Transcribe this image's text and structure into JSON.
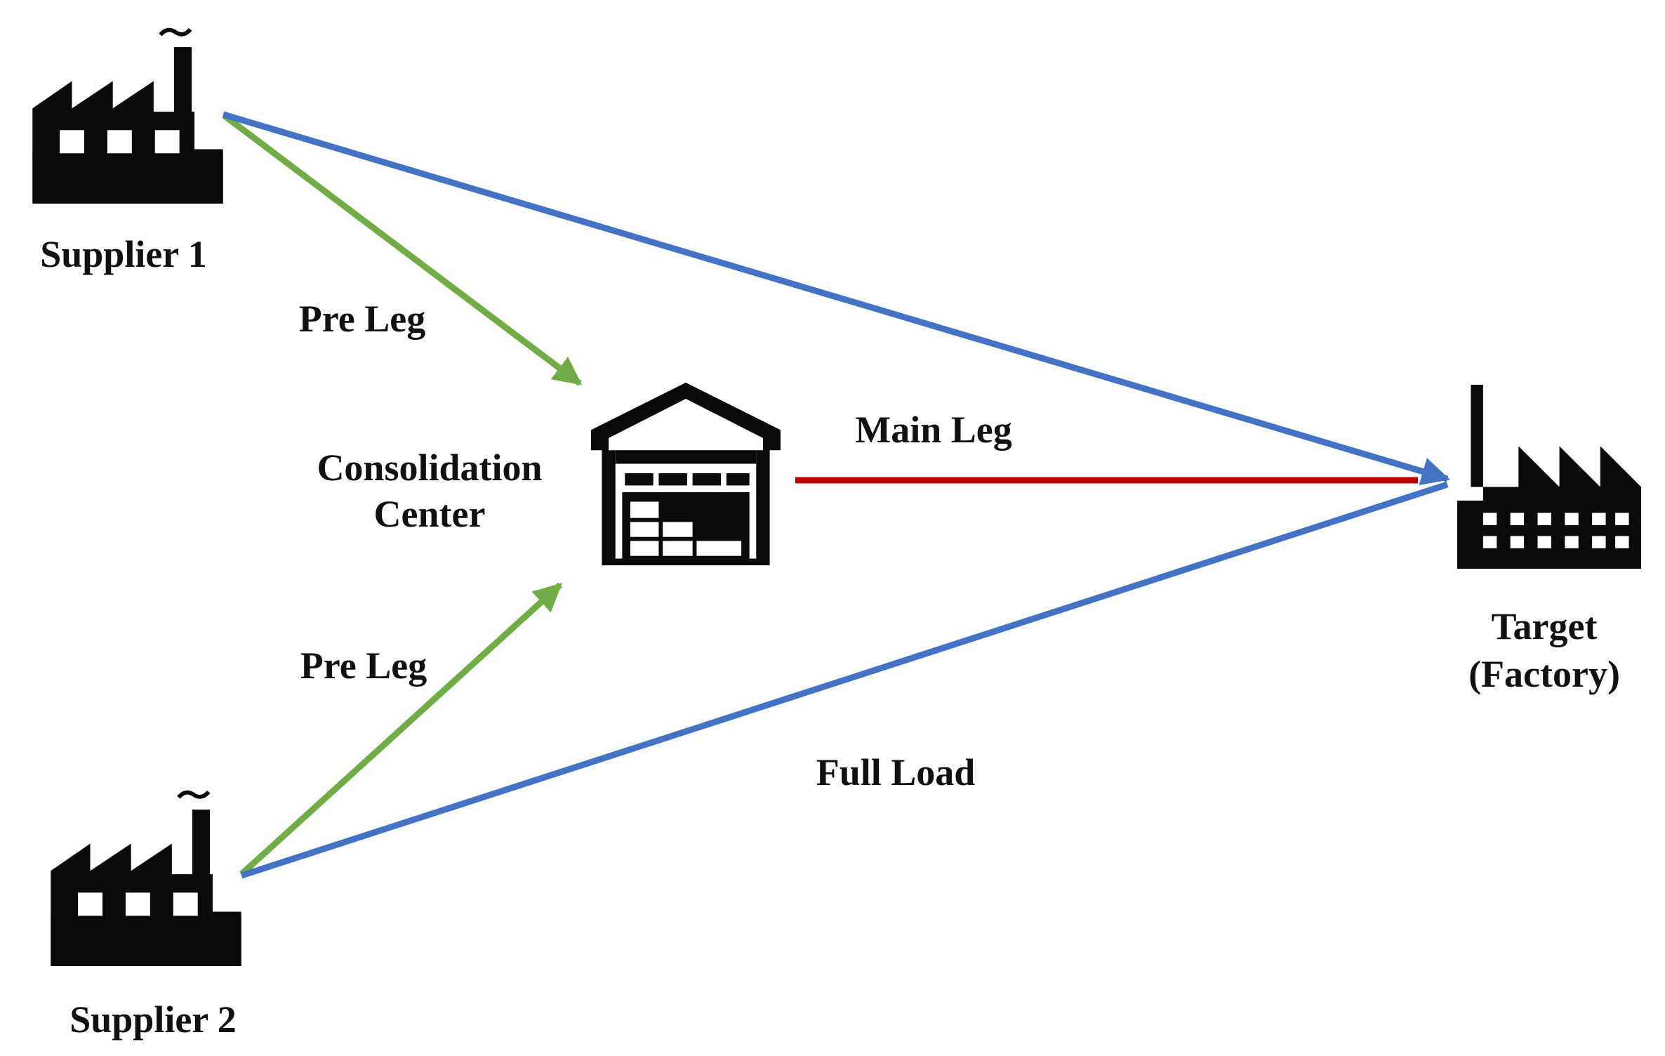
{
  "nodes": {
    "supplier1": {
      "label": "Supplier 1"
    },
    "supplier2": {
      "label": "Supplier 2"
    },
    "consolidation": {
      "label_line1": "Consolidation",
      "label_line2": "Center"
    },
    "target": {
      "label_line1": "Target",
      "label_line2": "(Factory)"
    }
  },
  "edges": {
    "pre_leg_1": {
      "label": "Pre Leg",
      "color": "#70ad47"
    },
    "pre_leg_2": {
      "label": "Pre Leg",
      "color": "#70ad47"
    },
    "main_leg": {
      "label": "Main Leg",
      "color": "#c00000"
    },
    "full_load_1": {
      "label": "",
      "color": "#4472c4"
    },
    "full_load_2": {
      "label": "Full Load",
      "color": "#4472c4"
    }
  },
  "icons": {
    "supplier": "factory-icon",
    "consolidation": "warehouse-icon",
    "target": "factory-icon"
  }
}
